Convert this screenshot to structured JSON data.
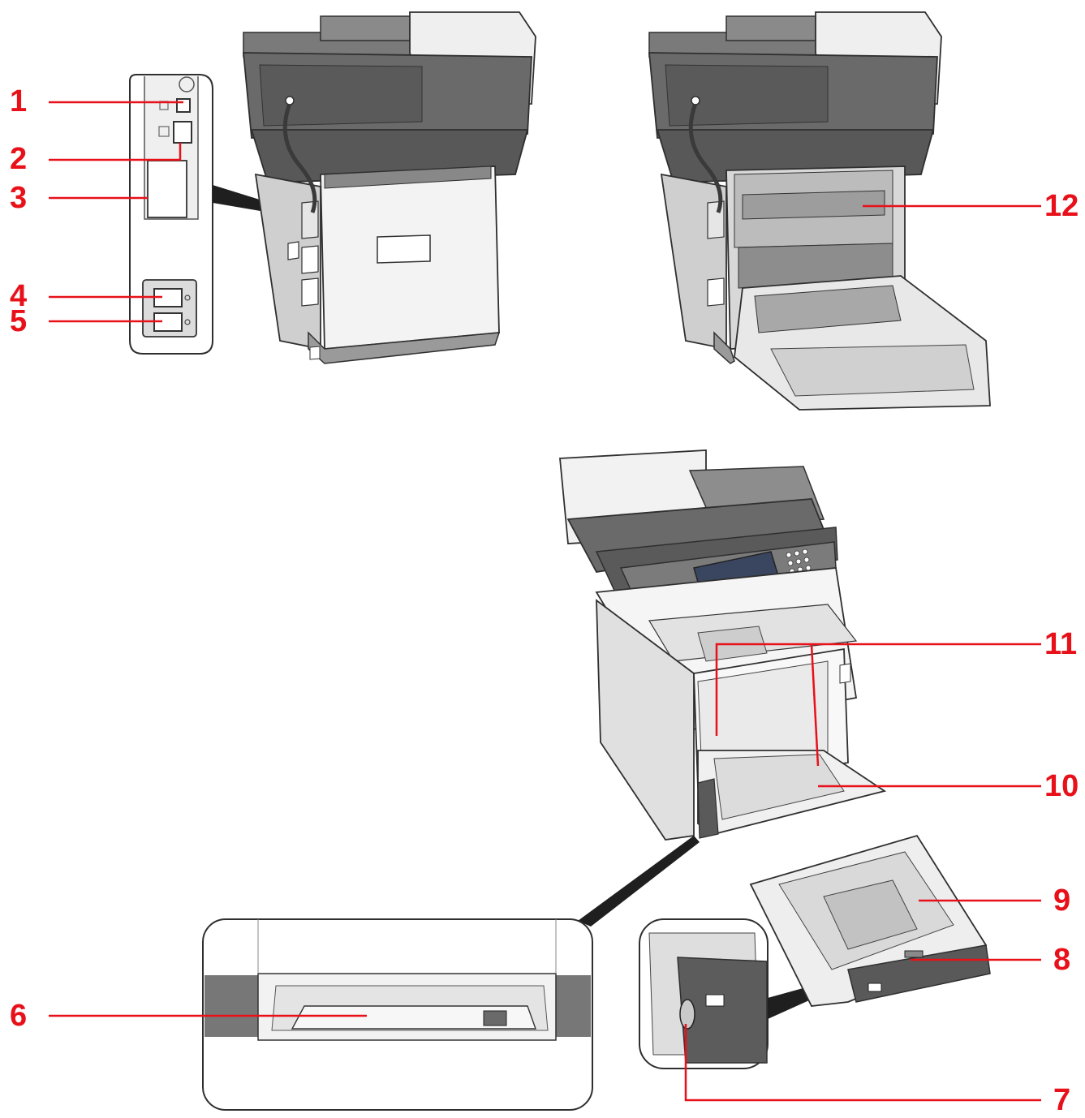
{
  "colors": {
    "callout": "#e8111a",
    "body_light": "#e9e9e9",
    "body_mid": "#bdbdbd",
    "body_dark": "#5a5a5a",
    "outline": "#2f2f2f",
    "screen": "#3a4660"
  },
  "callouts": [
    {
      "id": "1",
      "label": "1"
    },
    {
      "id": "2",
      "label": "2"
    },
    {
      "id": "3",
      "label": "3"
    },
    {
      "id": "4",
      "label": "4"
    },
    {
      "id": "5",
      "label": "5"
    },
    {
      "id": "6",
      "label": "6"
    },
    {
      "id": "7",
      "label": "7"
    },
    {
      "id": "8",
      "label": "8"
    },
    {
      "id": "9",
      "label": "9"
    },
    {
      "id": "10",
      "label": "10"
    },
    {
      "id": "11",
      "label": "11"
    },
    {
      "id": "12",
      "label": "12"
    }
  ],
  "figures": [
    {
      "id": "rear-interface-detail",
      "icon": "interface-panel-icon"
    },
    {
      "id": "rear-view",
      "icon": "printer-rear-icon"
    },
    {
      "id": "rear-cover-open-view",
      "icon": "printer-rear-open-icon"
    },
    {
      "id": "front-view",
      "icon": "printer-front-icon"
    },
    {
      "id": "mp-tray-detail",
      "icon": "mp-tray-icon"
    },
    {
      "id": "cassette-detail",
      "icon": "cassette-closeup-icon"
    },
    {
      "id": "cassette",
      "icon": "cassette-icon"
    }
  ]
}
